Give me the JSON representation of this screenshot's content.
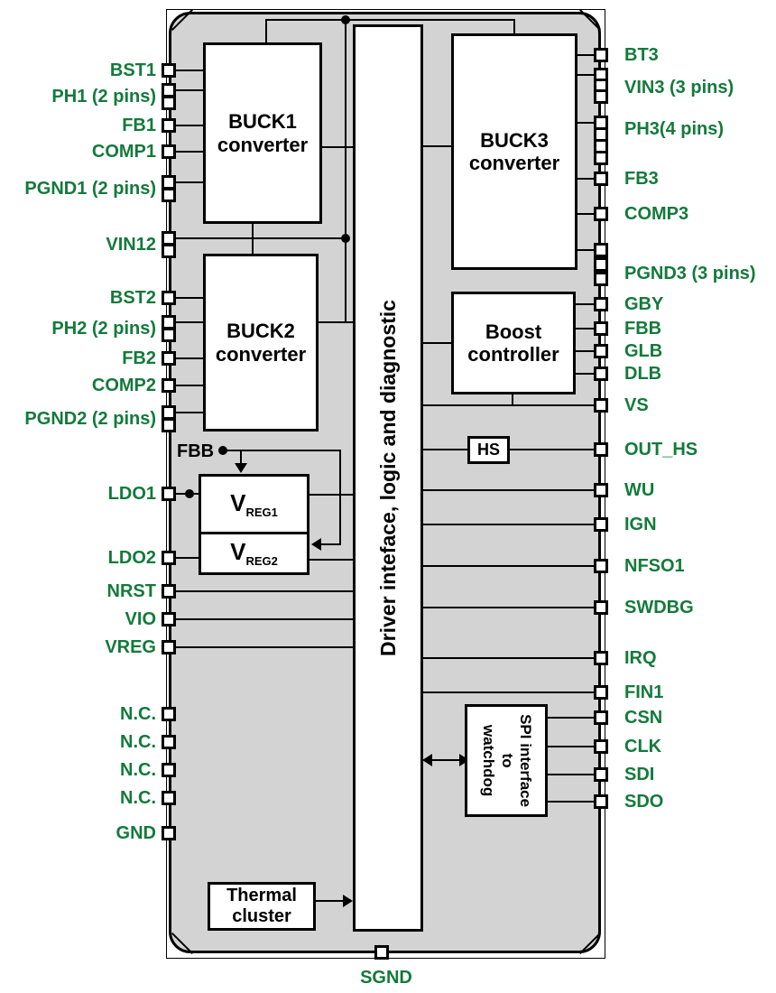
{
  "chip": {
    "left_pins": [
      {
        "label": "BST1"
      },
      {
        "label": "PH1 (2 pins)"
      },
      {
        "label": "FB1"
      },
      {
        "label": "COMP1"
      },
      {
        "label": "PGND1 (2 pins)"
      },
      {
        "label": "VIN12"
      },
      {
        "label": "BST2"
      },
      {
        "label": "PH2 (2 pins)"
      },
      {
        "label": "FB2"
      },
      {
        "label": "COMP2"
      },
      {
        "label": "PGND2 (2 pins)"
      },
      {
        "label": "LDO1"
      },
      {
        "label": "LDO2"
      },
      {
        "label": "NRST"
      },
      {
        "label": "VIO"
      },
      {
        "label": "VREG"
      },
      {
        "label": "N.C."
      },
      {
        "label": "N.C."
      },
      {
        "label": "N.C."
      },
      {
        "label": "N.C."
      },
      {
        "label": "GND"
      }
    ],
    "right_pins": [
      {
        "label": "BT3"
      },
      {
        "label": "VIN3 (3 pins)"
      },
      {
        "label": "PH3(4 pins)"
      },
      {
        "label": "FB3"
      },
      {
        "label": "COMP3"
      },
      {
        "label": "PGND3 (3 pins)"
      },
      {
        "label": "GBY"
      },
      {
        "label": "FBB"
      },
      {
        "label": "GLB"
      },
      {
        "label": "DLB"
      },
      {
        "label": "VS"
      },
      {
        "label": "OUT_HS"
      },
      {
        "label": "WU"
      },
      {
        "label": "IGN"
      },
      {
        "label": "NFSO1"
      },
      {
        "label": "SWDBG"
      },
      {
        "label": "IRQ"
      },
      {
        "label": "FIN1"
      },
      {
        "label": "CSN"
      },
      {
        "label": "CLK"
      },
      {
        "label": "SDI"
      },
      {
        "label": "SDO"
      }
    ],
    "bottom_pin": {
      "label": "SGND"
    },
    "blocks": {
      "buck1": {
        "line1": "BUCK1",
        "line2": "converter"
      },
      "buck2": {
        "line1": "BUCK2",
        "line2": "converter"
      },
      "buck3": {
        "line1": "BUCK3",
        "line2": "converter"
      },
      "boost": {
        "line1": "Boost",
        "line2": "controller"
      },
      "driver": {
        "label": "Driver inteface, logic and diagnostic"
      },
      "hs": {
        "label": "HS"
      },
      "vreg1": {
        "main": "V",
        "sub": "REG1"
      },
      "vreg2": {
        "main": "V",
        "sub": "REG2"
      },
      "spi": {
        "line1": "SPI interface",
        "line2": "to",
        "line3": "watchdog"
      },
      "thermal": {
        "line1": "Thermal",
        "line2": "cluster"
      },
      "fbb_net": {
        "label": "FBB"
      }
    },
    "colors": {
      "pin_label_green": "#137a3b",
      "chip_fill": "#d3d3d3",
      "line": "#000000"
    }
  }
}
